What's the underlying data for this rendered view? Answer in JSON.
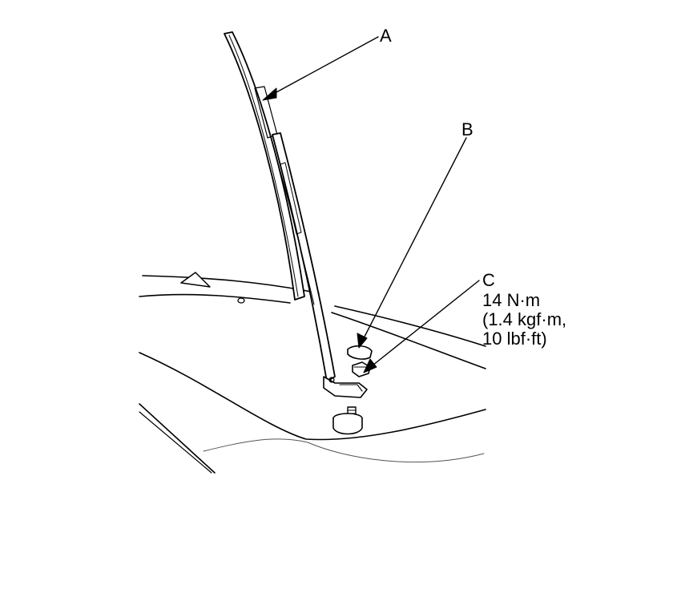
{
  "labels": {
    "a": "A",
    "b": "B",
    "c": "C"
  },
  "torque": {
    "line1": "14 N·m",
    "line2": "(1.4 kgf·m,",
    "line3": "10 lbf·ft)"
  },
  "colors": {
    "ink": "#000000",
    "fill": "#ffffff",
    "body_line": "#555555"
  }
}
